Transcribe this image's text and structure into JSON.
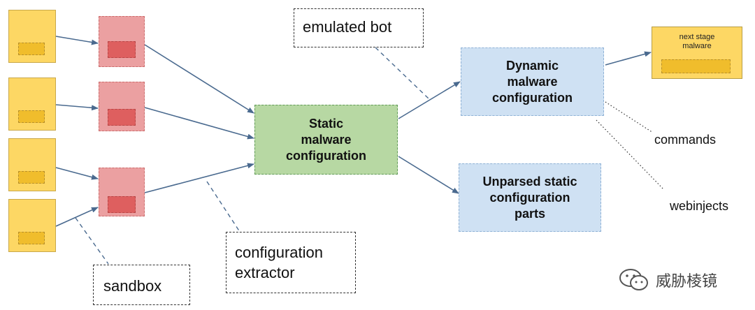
{
  "diagram": {
    "static_config": {
      "label": "Static\nmalware\nconfiguration"
    },
    "dynamic_config": {
      "label": "Dynamic\nmalware\nconfiguration"
    },
    "unparsed": {
      "label": "Unparsed static\nconfiguration\nparts"
    },
    "next_stage": {
      "label": "next stage\nmalware"
    },
    "emulated_bot": {
      "label": "emulated bot"
    },
    "config_extractor": {
      "label": "configuration\nextractor"
    },
    "sandbox": {
      "label": "sandbox"
    },
    "commands": {
      "label": "commands"
    },
    "webinjects": {
      "label": "webinjects"
    }
  },
  "watermark": {
    "text": "威胁棱镜",
    "icon": "wechat-icon"
  },
  "colors": {
    "sample": "#fdd764",
    "sandbox_process": "#eba0a1",
    "static": "#b7d8a3",
    "dynamic": "#cfe1f3",
    "arrow": "#4a6a8f"
  }
}
